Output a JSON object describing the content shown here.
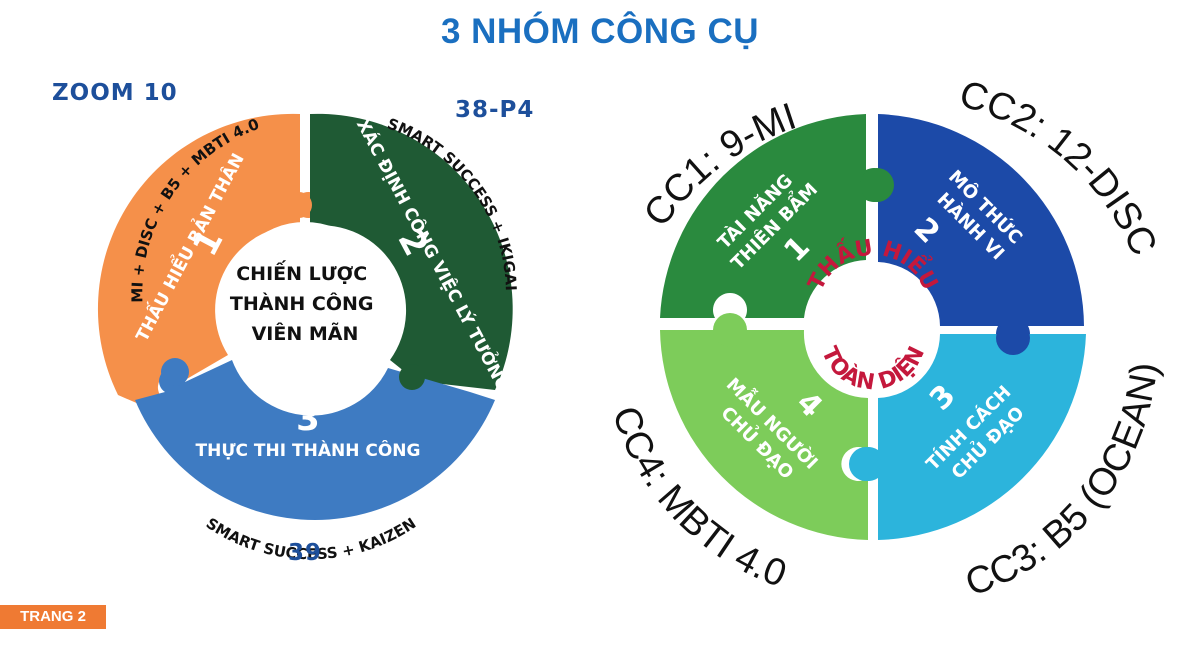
{
  "title": "3 NHÓM CÔNG CỤ",
  "left_wheel": {
    "center_lines": [
      "CHIẾN LƯỢC",
      "THÀNH CÔNG",
      "VIÊN MÃN"
    ],
    "segments": [
      {
        "number": "1",
        "label": "THẤU HIỂU BẢN THÂN",
        "outer_text": "MI + DISC + B5 + MBTI 4.0",
        "tag": "ZOOM 10",
        "color": "#f5904a"
      },
      {
        "number": "2",
        "label": "XÁC ĐỊNH CÔNG VIỆC LÝ TƯỞNG",
        "outer_text": "SMART SUCCESS + IKIGAI",
        "tag": "38-P4",
        "color": "#1f5a34"
      },
      {
        "number": "3",
        "label": "THỰC THI THÀNH CÔNG",
        "outer_text": "SMART SUCCESS + KAIZEN",
        "tag": "39",
        "color": "#3e7bc2"
      }
    ]
  },
  "right_wheel": {
    "center_lines": [
      "THẤU HIỂU",
      "TOÀN DIỆN"
    ],
    "center_color": "#c4183c",
    "segments": [
      {
        "number": "1",
        "label_lines": [
          "TÀI NĂNG",
          "THIÊN BẨM"
        ],
        "outer_text": "CC1: 9-MI",
        "color": "#2a8a3e"
      },
      {
        "number": "2",
        "label_lines": [
          "MÔ THỨC",
          "HÀNH VI"
        ],
        "outer_text": "CC2: 12-DISC",
        "color": "#1c4aa8"
      },
      {
        "number": "3",
        "label_lines": [
          "TÍNH CÁCH",
          "CHỦ ĐẠO"
        ],
        "outer_text": "CC3: B5 (OCEAN)",
        "color": "#2cb4dc"
      },
      {
        "number": "4",
        "label_lines": [
          "MẪU NGƯỜI",
          "CHỦ ĐẠO"
        ],
        "outer_text": "CC4: MBTI 4.0",
        "color": "#7dcc5a"
      }
    ]
  },
  "page_badge": "TRANG 2"
}
